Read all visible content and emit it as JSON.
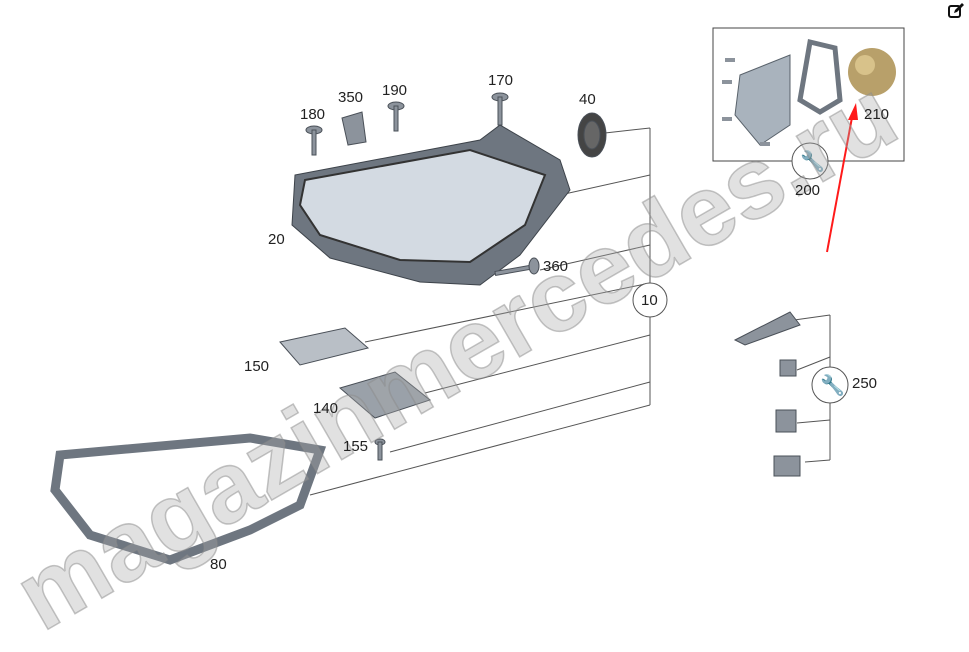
{
  "watermark": "magazinmercedes.ru",
  "labels": {
    "p20": "20",
    "p40": "40",
    "p170": "170",
    "p180": "180",
    "p190": "190",
    "p350": "350",
    "p360": "360",
    "p10": "10",
    "p150": "150",
    "p140": "140",
    "p155": "155",
    "p80": "80",
    "p200": "200",
    "p210": "210",
    "p250": "250"
  },
  "colors": {
    "arrow": "#ff1a1a",
    "line": "#555555",
    "part": "#8c939c"
  }
}
